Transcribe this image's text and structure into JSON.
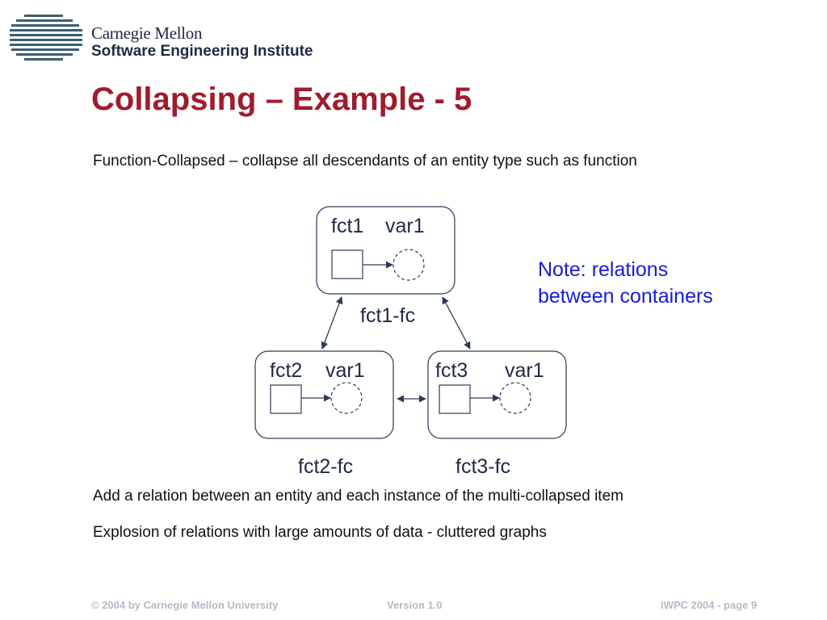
{
  "header": {
    "org_line1": "Carnegie Mellon",
    "org_line2": "Software Engineering Institute",
    "logo_icon": "sei-striped-logo-icon"
  },
  "slide": {
    "title": "Collapsing – Example - 5",
    "subtitle": "Function-Collapsed – collapse all descendants of an entity type such as function",
    "note_line1": "Note: relations",
    "note_line2": "between containers",
    "bullets": [
      "Add a relation between an entity and each instance of the multi-collapsed item",
      "Explosion of relations with large amounts of data - cluttered graphs"
    ]
  },
  "diagram": {
    "containers": [
      {
        "fct": "fct1",
        "var": "var1",
        "label": "fct1-fc"
      },
      {
        "fct": "fct2",
        "var": "var1",
        "label": "fct2-fc"
      },
      {
        "fct": "fct3",
        "var": "var1",
        "label": "fct3-fc"
      }
    ]
  },
  "footer": {
    "copyright": "© 2004 by Carnegie Mellon University",
    "version": "Version 1.0",
    "page": "IWPC 2004 - page 9"
  },
  "colors": {
    "title": "#a01c2c",
    "note": "#1a1adc",
    "logo": "#3b5f73",
    "footer": "#b8b8c8"
  }
}
